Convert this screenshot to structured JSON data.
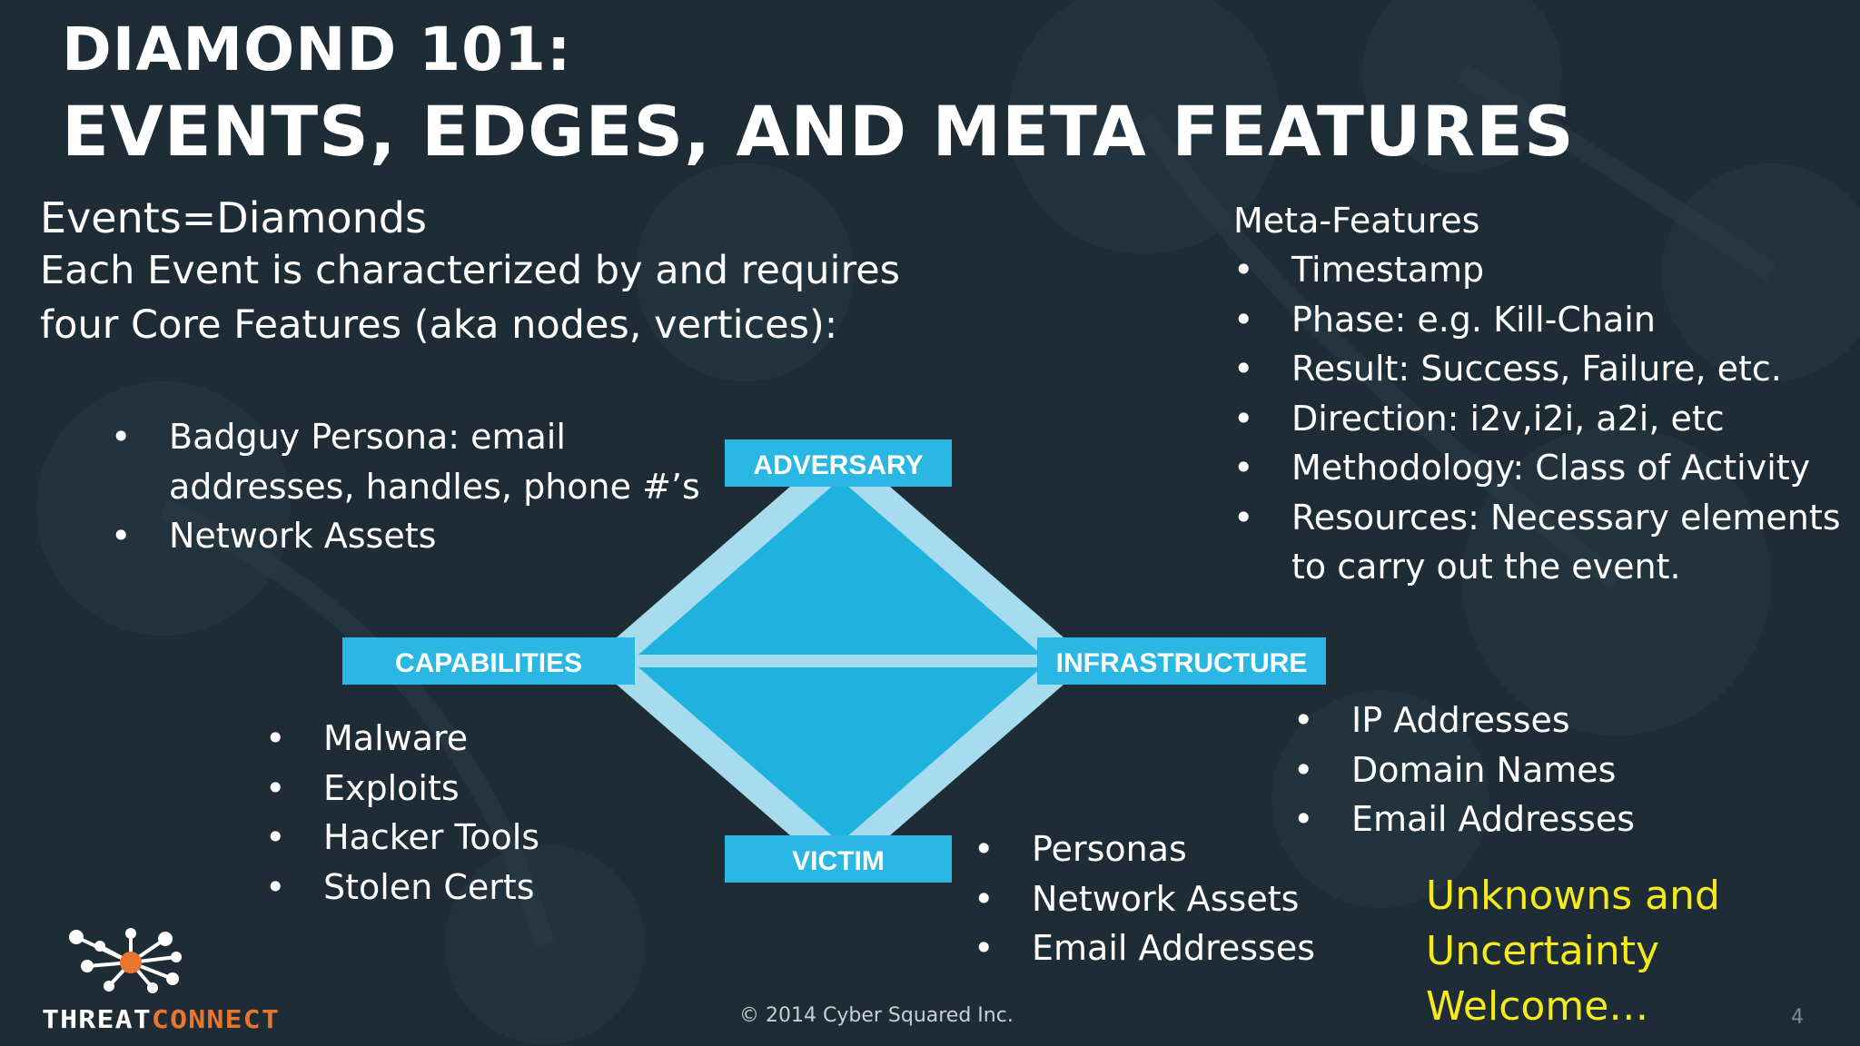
{
  "slide": {
    "title_line1": "DIAMOND 101:",
    "title_line2": "EVENTS, EDGES, AND META FEATURES",
    "page_number": "4",
    "copyright": "© 2014 Cyber Squared Inc."
  },
  "intro": {
    "heading": "Events=Diamonds",
    "body": [
      "Each Event is characterized by and requires",
      "four Core Features (aka nodes, vertices):"
    ]
  },
  "adversary_list": [
    "Badguy Persona: email",
    "addresses, handles, phone #’s",
    "Network Assets"
  ],
  "capabilities_list": [
    "Malware",
    "Exploits",
    "Hacker Tools",
    "Stolen Certs"
  ],
  "victim_list": [
    "Personas",
    "Network Assets",
    "Email Addresses"
  ],
  "infrastructure_list": [
    "IP Addresses",
    "Domain Names",
    "Email Addresses"
  ],
  "meta_features": {
    "heading": "Meta-Features",
    "items": [
      "Timestamp",
      "Phase: e.g. Kill-Chain",
      "Result: Success, Failure, etc.",
      "Direction: i2v,i2i, a2i, etc",
      "Methodology: Class of Activity",
      "Resources: Necessary elements",
      "to carry out the event."
    ]
  },
  "diagram": {
    "adversary": "ADVERSARY",
    "capabilities": "CAPABILITIES",
    "infrastructure": "INFRASTRUCTURE",
    "victim": "VICTIM"
  },
  "unknowns": [
    "Unknowns and",
    "Uncertainty",
    "Welcome…"
  ],
  "logo": {
    "icon": "network-cluster-icon",
    "wordmark": "THREATCONNECT"
  },
  "colors": {
    "background": "#1e2c35",
    "diamond_fill": "#1fb2de",
    "edge": "#a6dcee",
    "label_box": "#2bb7e3",
    "accent_yellow": "#f5ea1a",
    "logo_orange": "#e8762d"
  }
}
